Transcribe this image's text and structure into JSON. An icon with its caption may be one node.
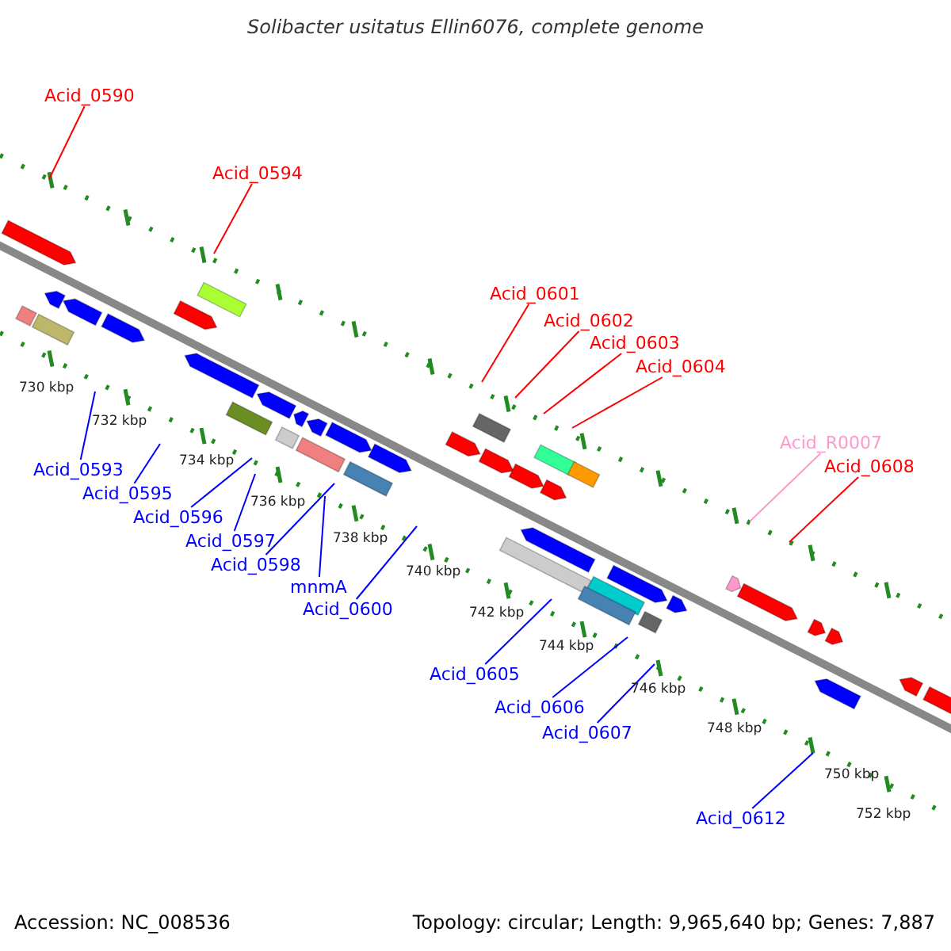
{
  "diagram": {
    "title": "Solibacter usitatus Ellin6076, complete genome",
    "nodes": [
      {
        "text": [
          "Acid_0590"
        ]
      },
      {
        "text": [
          "Acid_0594"
        ]
      },
      {
        "text": [
          "Acid_0601"
        ]
      },
      {
        "text": [
          "Acid_0602"
        ]
      },
      {
        "text": [
          "Acid_0603"
        ]
      },
      {
        "text": [
          "Acid_0604"
        ]
      },
      {
        "text": [
          "Acid_R0007"
        ]
      },
      {
        "text": [
          "Acid_0608"
        ]
      },
      {
        "text": [
          "Acid_0593"
        ]
      },
      {
        "text": [
          "Acid_0595"
        ]
      },
      {
        "text": [
          "Acid_0596"
        ]
      },
      {
        "text": [
          "Acid_0597"
        ]
      },
      {
        "text": [
          "Acid_0598"
        ]
      },
      {
        "text": [
          "mnmA"
        ]
      },
      {
        "text": [
          "Acid_0600"
        ]
      },
      {
        "text": [
          "Acid_0605"
        ]
      },
      {
        "text": [
          "Acid_0606"
        ]
      },
      {
        "text": [
          "Acid_0607"
        ]
      },
      {
        "text": [
          "Acid_0612"
        ]
      }
    ],
    "edges": [
      {
        "from": 0,
        "to": null,
        "arrow": "none",
        "color": "#ff0000"
      },
      {
        "from": 1,
        "to": null,
        "arrow": "none",
        "color": "#ff0000"
      },
      {
        "from": 2,
        "to": null,
        "arrow": "none",
        "color": "#ff0000"
      },
      {
        "from": 3,
        "to": null,
        "arrow": "none",
        "color": "#ff0000"
      },
      {
        "from": 4,
        "to": null,
        "arrow": "none",
        "color": "#ff0000"
      },
      {
        "from": 5,
        "to": null,
        "arrow": "none",
        "color": "#ff0000"
      },
      {
        "from": 6,
        "to": null,
        "arrow": "none",
        "color": "#ff99cc"
      },
      {
        "from": 7,
        "to": null,
        "arrow": "none",
        "color": "#ff0000"
      },
      {
        "from": 8,
        "to": null,
        "arrow": "none"
      },
      {
        "from": 9,
        "to": null,
        "arrow": "none"
      },
      {
        "from": 10,
        "to": null,
        "arrow": "none"
      },
      {
        "from": 11,
        "to": null,
        "arrow": "none"
      },
      {
        "from": 12,
        "to": null,
        "arrow": "none"
      },
      {
        "from": 13,
        "to": null,
        "arrow": "none"
      },
      {
        "from": 14,
        "to": null,
        "arrow": "none"
      },
      {
        "from": 15,
        "to": null,
        "arrow": "none"
      },
      {
        "from": 16,
        "to": null,
        "arrow": "none"
      },
      {
        "from": 17,
        "to": null,
        "arrow": "none"
      },
      {
        "from": 18,
        "to": null,
        "arrow": "none"
      }
    ],
    "labels": [
      "730 kbp",
      "732 kbp",
      "734 kbp",
      "736 kbp",
      "738 kbp",
      "740 kbp",
      "742 kbp",
      "744 kbp",
      "746 kbp",
      "748 kbp",
      "750 kbp",
      "752 kbp",
      "Accession: NC_008536",
      "Topology: circular; Length: 9,965,640 bp; Genes: 7,887"
    ]
  }
}
